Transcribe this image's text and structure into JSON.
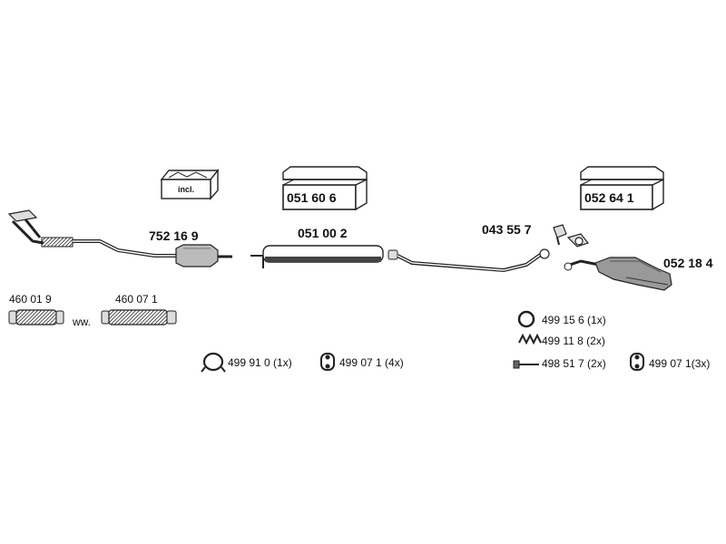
{
  "boxes": {
    "incl_label": "incl.",
    "kit_1": "051 60 6",
    "kit_2": "052 64 1"
  },
  "parts": {
    "front_pipe": "752 16 9",
    "middle_silencer": "051 00 2",
    "clamp": "043 55 7",
    "rear_silencer": "052 18 4",
    "flex_1": "460 01 9",
    "flex_2": "460 07 1",
    "flex_alt": "ww."
  },
  "fittings": {
    "left_1": "499 91 0 (1x)",
    "left_2": "499 07 1 (4x)",
    "right_ring": "499 15 6  (1x)",
    "right_spring": "499 11 8  (2x)",
    "right_bolt": "498 51 7 (2x)",
    "right_hanger": "499 07 1(3x)"
  }
}
